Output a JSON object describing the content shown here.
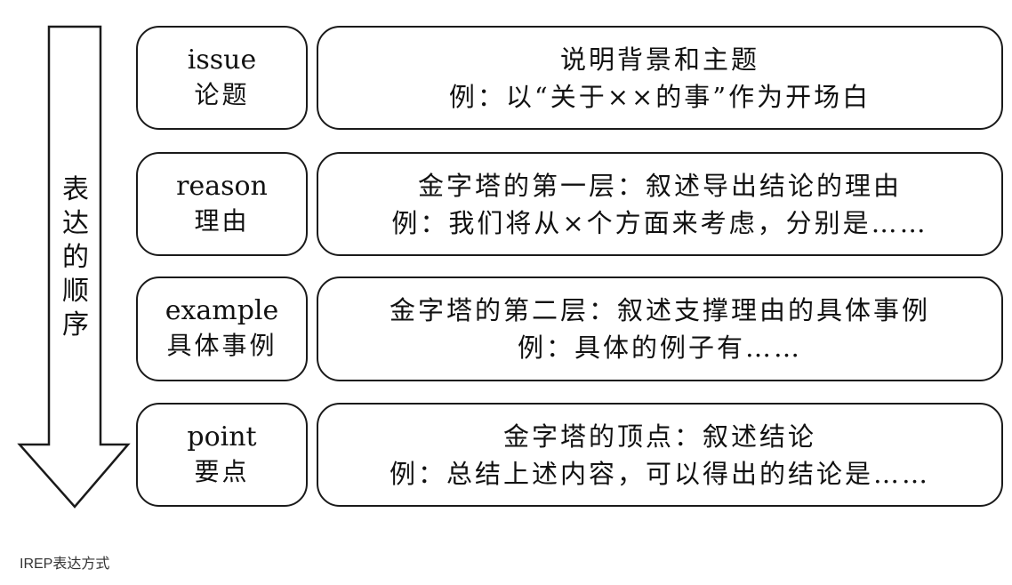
{
  "arrow": {
    "label_chars": [
      "表",
      "达",
      "的",
      "顺",
      "序"
    ]
  },
  "rows": [
    {
      "en": "issue",
      "zh": "论题",
      "line1": "说明背景和主题",
      "line2": "例：以“关于××的事”作为开场白"
    },
    {
      "en": "reason",
      "zh": "理由",
      "line1": "金字塔的第一层：叙述导出结论的理由",
      "line2": "例：我们将从×个方面来考虑，分别是……"
    },
    {
      "en": "example",
      "zh": "具体事例",
      "line1": "金字塔的第二层：叙述支撑理由的具体事例",
      "line2": "例：具体的例子有……"
    },
    {
      "en": "point",
      "zh": "要点",
      "line1": "金字塔的顶点：叙述结论",
      "line2": "例：总结上述内容，可以得出的结论是……"
    }
  ],
  "caption": "IREP表达方式"
}
